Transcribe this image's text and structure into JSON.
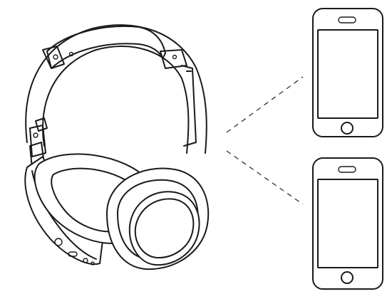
{
  "diagram": {
    "devices": [
      {
        "name": "headphones-icon",
        "kind": "over-ear headphones"
      },
      {
        "name": "smartphone-icon",
        "kind": "phone",
        "count": 2
      }
    ],
    "connection_style": "dashed lines from headphones to each phone"
  }
}
